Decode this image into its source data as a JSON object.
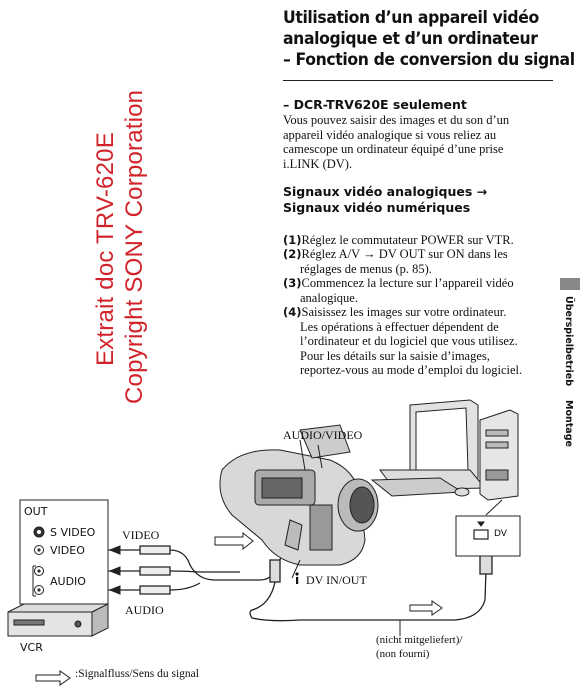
{
  "watermark": {
    "line1": "Extrait doc TRV-620E",
    "line2": "Copyright SONY Corporation"
  },
  "title": {
    "line1": "Utilisation d’un appareil vidéo",
    "line2": "analogique et d’un ordinateur",
    "line3": "– Fonction de conversion du signal"
  },
  "model_heading": "– DCR-TRV620E seulement",
  "intro": {
    "line1": "Vous pouvez saisir des images et du son d’un",
    "line2": "appareil vidéo analogique si vous reliez au",
    "line3": "camescope un ordinateur équipé d’une prise",
    "line4": "i.LINK (DV)."
  },
  "section_heading": {
    "line1": "Signaux vidéo analogiques →",
    "line2": "Signaux vidéo numériques"
  },
  "steps": [
    {
      "num": "(1)",
      "lines": [
        "Réglez le commutateur POWER sur VTR."
      ]
    },
    {
      "num": "(2)",
      "lines": [
        "Réglez A/V → DV OUT sur ON dans les",
        "réglages de menus (p. 85)."
      ]
    },
    {
      "num": "(3)",
      "lines": [
        "Commencez la lecture sur l’appareil vidéo",
        "analogique."
      ]
    },
    {
      "num": "(4)",
      "lines": [
        "Saisissez les images sur votre ordinateur.",
        "Les opérations à effectuer dépendent de",
        "l’ordinateur et du logiciel que vous utilisez.",
        "Pour les détails sur la saisie d’images,",
        "reportez-vous au mode d’emploi du logiciel."
      ]
    }
  ],
  "side_tabs": {
    "tab1": "Überspielbetrieb",
    "tab2": "Montage"
  },
  "diagram": {
    "audio_video_label": "AUDIO/VIDEO",
    "video_label": "VIDEO",
    "audio_label": "AUDIO",
    "dv_inout_label": "DV IN/OUT",
    "dv_port_label": "DV",
    "not_supplied_line1": "(nicht mitgeliefert)/",
    "not_supplied_line2": "(non fourni)",
    "vcr_panel": {
      "out_label": "OUT",
      "svideo_label": "S VIDEO",
      "video_label": "VIDEO",
      "audio_label": "AUDIO"
    },
    "vcr_label": "VCR",
    "legend_text": ":Signalfluss/Sens du signal",
    "colors": {
      "watermark": "#d2232a"
    }
  }
}
